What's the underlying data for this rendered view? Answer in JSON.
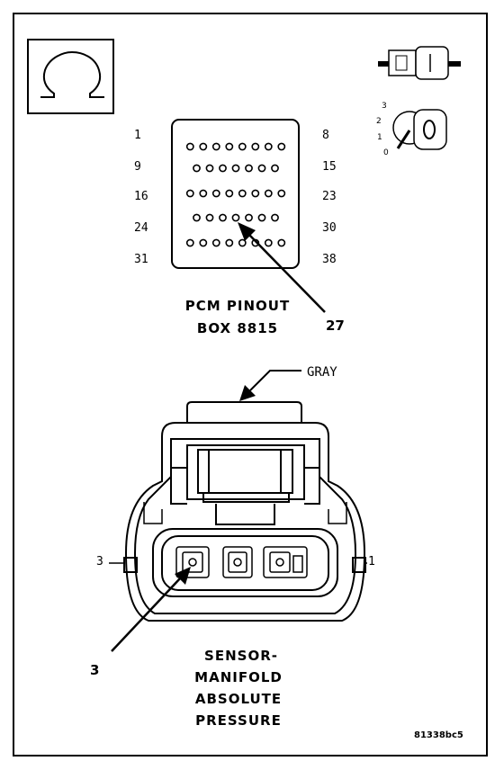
{
  "pcm_box": {
    "title_line1": "PCM PINOUT",
    "title_line2": "BOX 8815",
    "row_labels_left": [
      "1",
      "9",
      "16",
      "24",
      "31"
    ],
    "row_labels_right": [
      "8",
      "15",
      "23",
      "30",
      "38"
    ],
    "pins_per_row": [
      8,
      7,
      8,
      7,
      8
    ],
    "callout_pin": "27"
  },
  "connector": {
    "color_label": "GRAY",
    "side_label_left": "3",
    "side_label_right": "1",
    "callout_pin": "3",
    "name_line1": "SENSOR-",
    "name_line2": "MANIFOLD",
    "name_line3": "ABSOLUTE",
    "name_line4": "PRESSURE"
  },
  "key_icon": {
    "positions": [
      "3",
      "2",
      "1",
      "0"
    ]
  },
  "figure_id": "81338bc5"
}
